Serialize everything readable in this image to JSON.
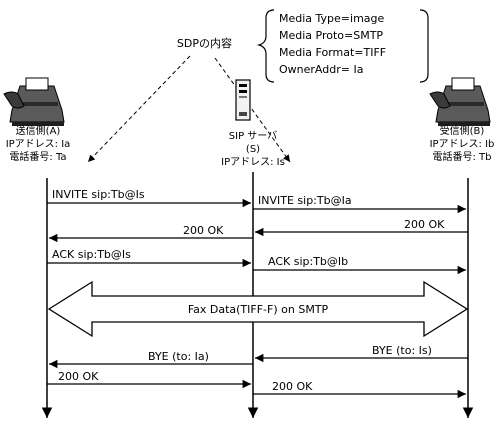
{
  "sdp": {
    "label": "SDPの内容",
    "lines": [
      "Media Type=image",
      "Media Proto=SMTP",
      "Media Format=TIFF",
      "OwnerAddr= Ia"
    ]
  },
  "sender": {
    "line1": "送信側(A)",
    "line2": "IPアドレス: Ia",
    "line3": "電話番号: Ta",
    "icon": "fax-machine-icon"
  },
  "server": {
    "line1": "SIP サーバ",
    "line2": "(S)",
    "line3": "IPアドレス: Is",
    "icon": "server-tower-icon"
  },
  "receiver": {
    "line1": "受信側(B)",
    "line2": "IPアドレス: Ib",
    "line3": "電話番号: Tb",
    "icon": "fax-machine-icon"
  },
  "messages": {
    "invite_a_s": "INVITE sip:Tb@Is",
    "invite_s_b": "INVITE  sip:Tb@Ia",
    "ok_b_s": "200 OK",
    "ok_s_a": "200 OK",
    "ack_a_s": "ACK sip:Tb@Is",
    "ack_s_b": "ACK sip:Tb@Ib",
    "fax_data": "Fax Data(TIFF-F) on SMTP",
    "bye_b_s": "BYE (to: Is)",
    "bye_s_a": "BYE (to: Ia)",
    "ok_a_s": "200 OK",
    "ok_s_b": "200 OK"
  }
}
